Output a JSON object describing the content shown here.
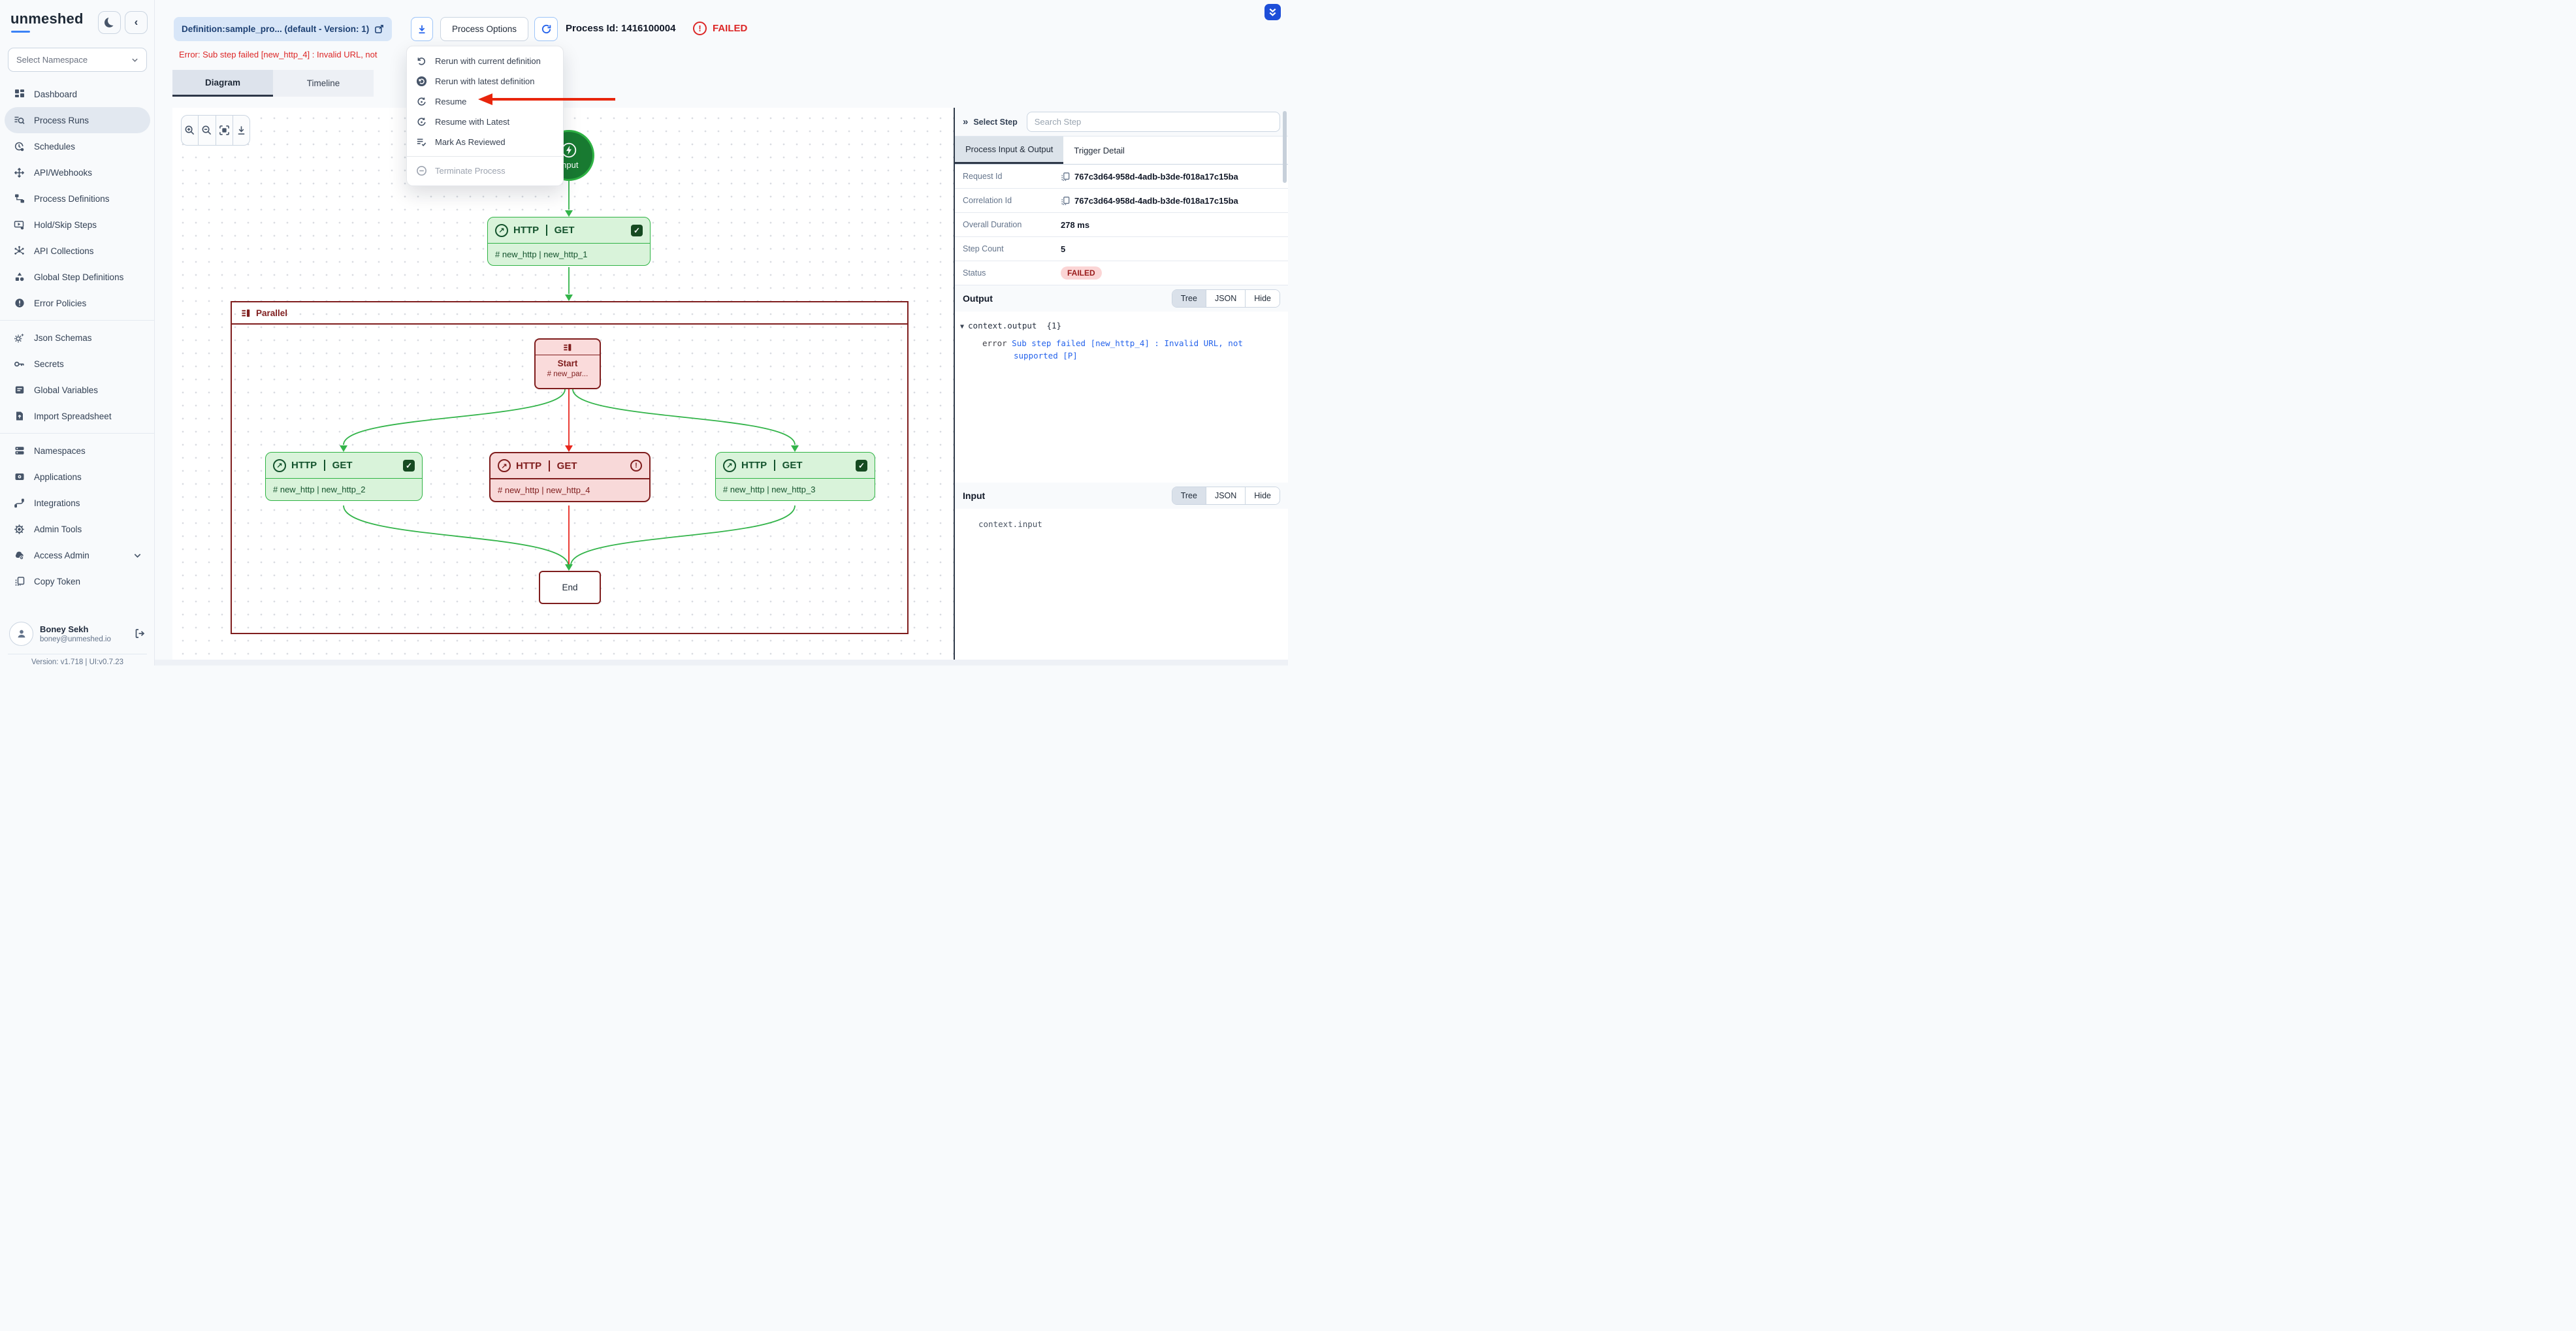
{
  "app": {
    "logo": "unmeshed",
    "version": "Version: v1.718 | UI:v0.7.23"
  },
  "sidebar": {
    "namespace_placeholder": "Select Namespace",
    "groups": [
      {
        "items": [
          {
            "label": "Dashboard",
            "icon": "dashboard"
          },
          {
            "label": "Process Runs",
            "icon": "process-runs",
            "active": true
          },
          {
            "label": "Schedules",
            "icon": "schedules"
          },
          {
            "label": "API/Webhooks",
            "icon": "api-webhooks"
          },
          {
            "label": "Process Definitions",
            "icon": "process-definitions"
          },
          {
            "label": "Hold/Skip Steps",
            "icon": "hold-skip-steps"
          },
          {
            "label": "API Collections",
            "icon": "api-collections"
          },
          {
            "label": "Global Step Definitions",
            "icon": "global-step-definitions"
          },
          {
            "label": "Error Policies",
            "icon": "error-policies"
          }
        ]
      },
      {
        "items": [
          {
            "label": "Json Schemas",
            "icon": "json-schemas"
          },
          {
            "label": "Secrets",
            "icon": "secrets"
          },
          {
            "label": "Global Variables",
            "icon": "global-variables"
          },
          {
            "label": "Import Spreadsheet",
            "icon": "import-spreadsheet"
          }
        ]
      },
      {
        "items": [
          {
            "label": "Namespaces",
            "icon": "namespaces"
          },
          {
            "label": "Applications",
            "icon": "applications"
          },
          {
            "label": "Integrations",
            "icon": "integrations"
          },
          {
            "label": "Admin Tools",
            "icon": "admin-tools"
          },
          {
            "label": "Access Admin",
            "icon": "access-admin",
            "chevron": true
          },
          {
            "label": "Copy Token",
            "icon": "copy-token"
          }
        ]
      }
    ],
    "user": {
      "name": "Boney Sekh",
      "email": "boney@unmeshed.io"
    }
  },
  "header": {
    "definition_pill": "Definition:sample_pro...  (default - Version: 1)",
    "process_options": "Process Options",
    "process_id": "Process Id: 1416100004",
    "status": "FAILED",
    "error": "Error: Sub step failed [new_http_4] : Invalid URL, not"
  },
  "view_tabs": {
    "diagram": "Diagram",
    "timeline": "Timeline"
  },
  "process_menu": {
    "items": [
      {
        "label": "Rerun with current definition",
        "icon": "rerun-current",
        "enabled": true
      },
      {
        "label": "Rerun with latest definition",
        "icon": "rerun-latest",
        "enabled": true
      },
      {
        "label": "Resume",
        "icon": "resume",
        "enabled": true,
        "annotated": true
      },
      {
        "label": "Resume with Latest",
        "icon": "resume-latest",
        "enabled": true
      },
      {
        "label": "Mark As Reviewed",
        "icon": "mark-reviewed",
        "enabled": true
      },
      {
        "label": "Terminate Process",
        "icon": "terminate",
        "enabled": false,
        "divider_before": true
      }
    ]
  },
  "diagram": {
    "input_node": {
      "label": "Input"
    },
    "http_1": {
      "title": "HTTP",
      "method": "GET",
      "subtitle": "# new_http | new_http_1",
      "status": "success"
    },
    "parallel": {
      "label": "Parallel"
    },
    "start_node": {
      "label": "Start",
      "subtitle": "# new_par..."
    },
    "http_2": {
      "title": "HTTP",
      "method": "GET",
      "subtitle": "# new_http | new_http_2",
      "status": "success"
    },
    "http_4": {
      "title": "HTTP",
      "method": "GET",
      "subtitle": "# new_http | new_http_4",
      "status": "failed"
    },
    "http_3": {
      "title": "HTTP",
      "method": "GET",
      "subtitle": "# new_http | new_http_3",
      "status": "success"
    },
    "end_node": {
      "label": "End"
    }
  },
  "panel": {
    "collapse_glyph": "»",
    "collapse_label": "Select Step",
    "search_placeholder": "Search Step",
    "tabs": {
      "active": "Process Input & Output",
      "inactive": "Trigger Detail"
    },
    "details": [
      {
        "label": "Request Id",
        "value": "767c3d64-958d-4adb-b3de-f018a17c15ba",
        "copy": true
      },
      {
        "label": "Correlation Id",
        "value": "767c3d64-958d-4adb-b3de-f018a17c15ba",
        "copy": true
      },
      {
        "label": "Overall Duration",
        "value": "278 ms"
      },
      {
        "label": "Step Count",
        "value": "5"
      },
      {
        "label": "Status",
        "value": "FAILED",
        "badge": true
      }
    ],
    "output": {
      "title": "Output",
      "root": "context.output",
      "count": "{1}",
      "error_key": "error",
      "error_line1": "Sub step failed [new_http_4] : Invalid URL, not",
      "error_line2": "supported [P]"
    },
    "input": {
      "title": "Input",
      "root": "context.input"
    },
    "view_toggle": [
      "Tree",
      "JSON",
      "Hide"
    ],
    "view_active": "Tree"
  },
  "colors": {
    "accent_blue": "#2563eb",
    "green": "#2fb344",
    "dark_green": "#14532d",
    "maroon": "#7f1d1d",
    "red": "#dc2626"
  }
}
